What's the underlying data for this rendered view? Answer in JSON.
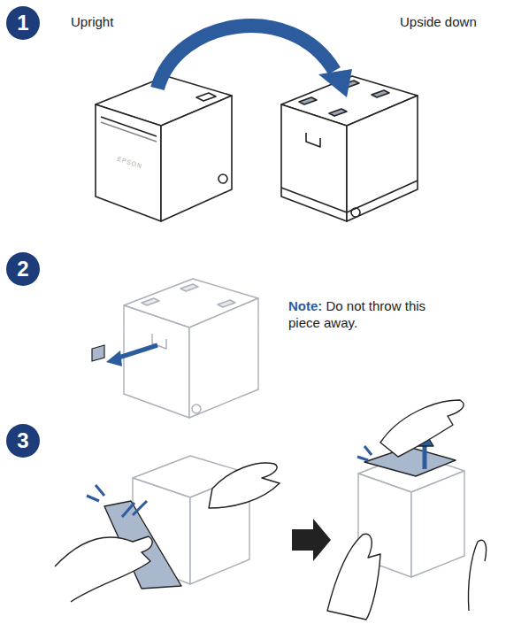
{
  "diagram": {
    "nodes": [
      {
        "text": [
          "1"
        ]
      },
      {
        "text": [
          "2"
        ]
      },
      {
        "text": [
          "3"
        ]
      }
    ],
    "labels": [
      "Upright",
      "Upside down",
      "EPSON",
      "Note:",
      "Do not throw this piece away."
    ]
  }
}
